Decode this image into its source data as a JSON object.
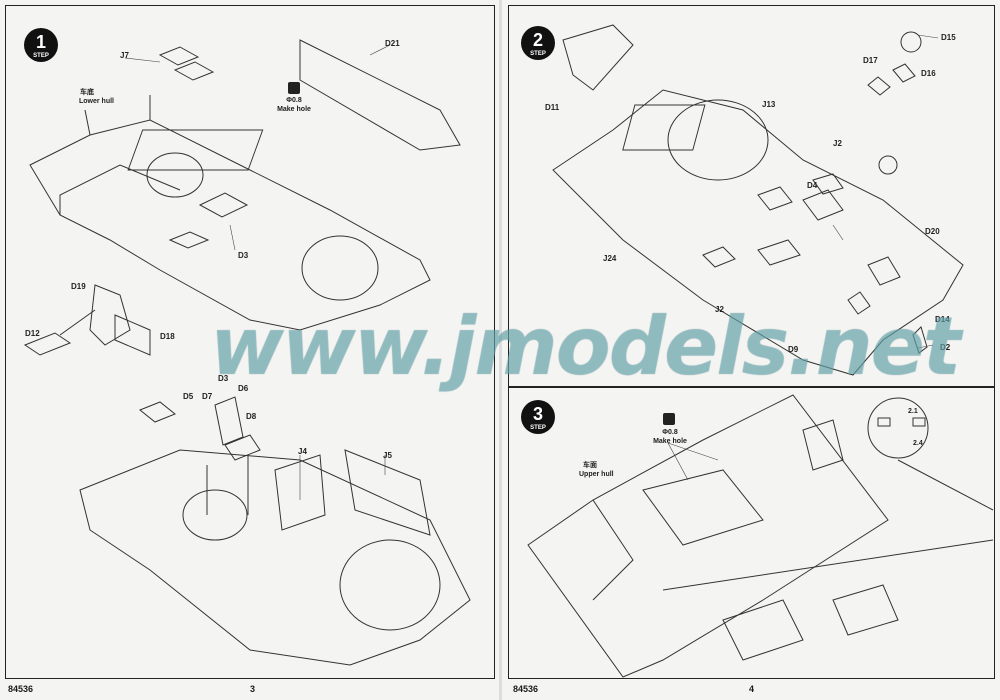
{
  "left_page": {
    "step1": {
      "number": "1",
      "word": "STEP",
      "lower_hull_cn": "车底",
      "lower_hull_en": "Lower hull",
      "make_hole_size": "Φ0.8",
      "make_hole": "Make hole",
      "parts": [
        "J7",
        "D21",
        "D3",
        "D19",
        "D12",
        "D18",
        "D3",
        "D6",
        "D5",
        "D7",
        "D8",
        "J4",
        "J5"
      ]
    },
    "footer_code": "84536",
    "page_number": "3"
  },
  "right_page": {
    "step2": {
      "number": "2",
      "word": "STEP",
      "parts": [
        "D15",
        "D17",
        "D16",
        "D11",
        "J13",
        "J2",
        "D4",
        "J24",
        "D20",
        "J2",
        "D14",
        "D9",
        "D2"
      ]
    },
    "step3": {
      "number": "3",
      "word": "STEP",
      "make_hole_size": "Φ0.8",
      "make_hole": "Make hole",
      "upper_hull_cn": "车面",
      "upper_hull_en": "Upper hull",
      "dims": [
        "2.1",
        "2.4"
      ]
    },
    "footer_code": "84536",
    "page_number": "4"
  },
  "watermark": "www.jmodels.net",
  "colors": {
    "paper": "#f4f4f2",
    "ink": "#1a1a1a",
    "watermark": "#78c8d2"
  }
}
